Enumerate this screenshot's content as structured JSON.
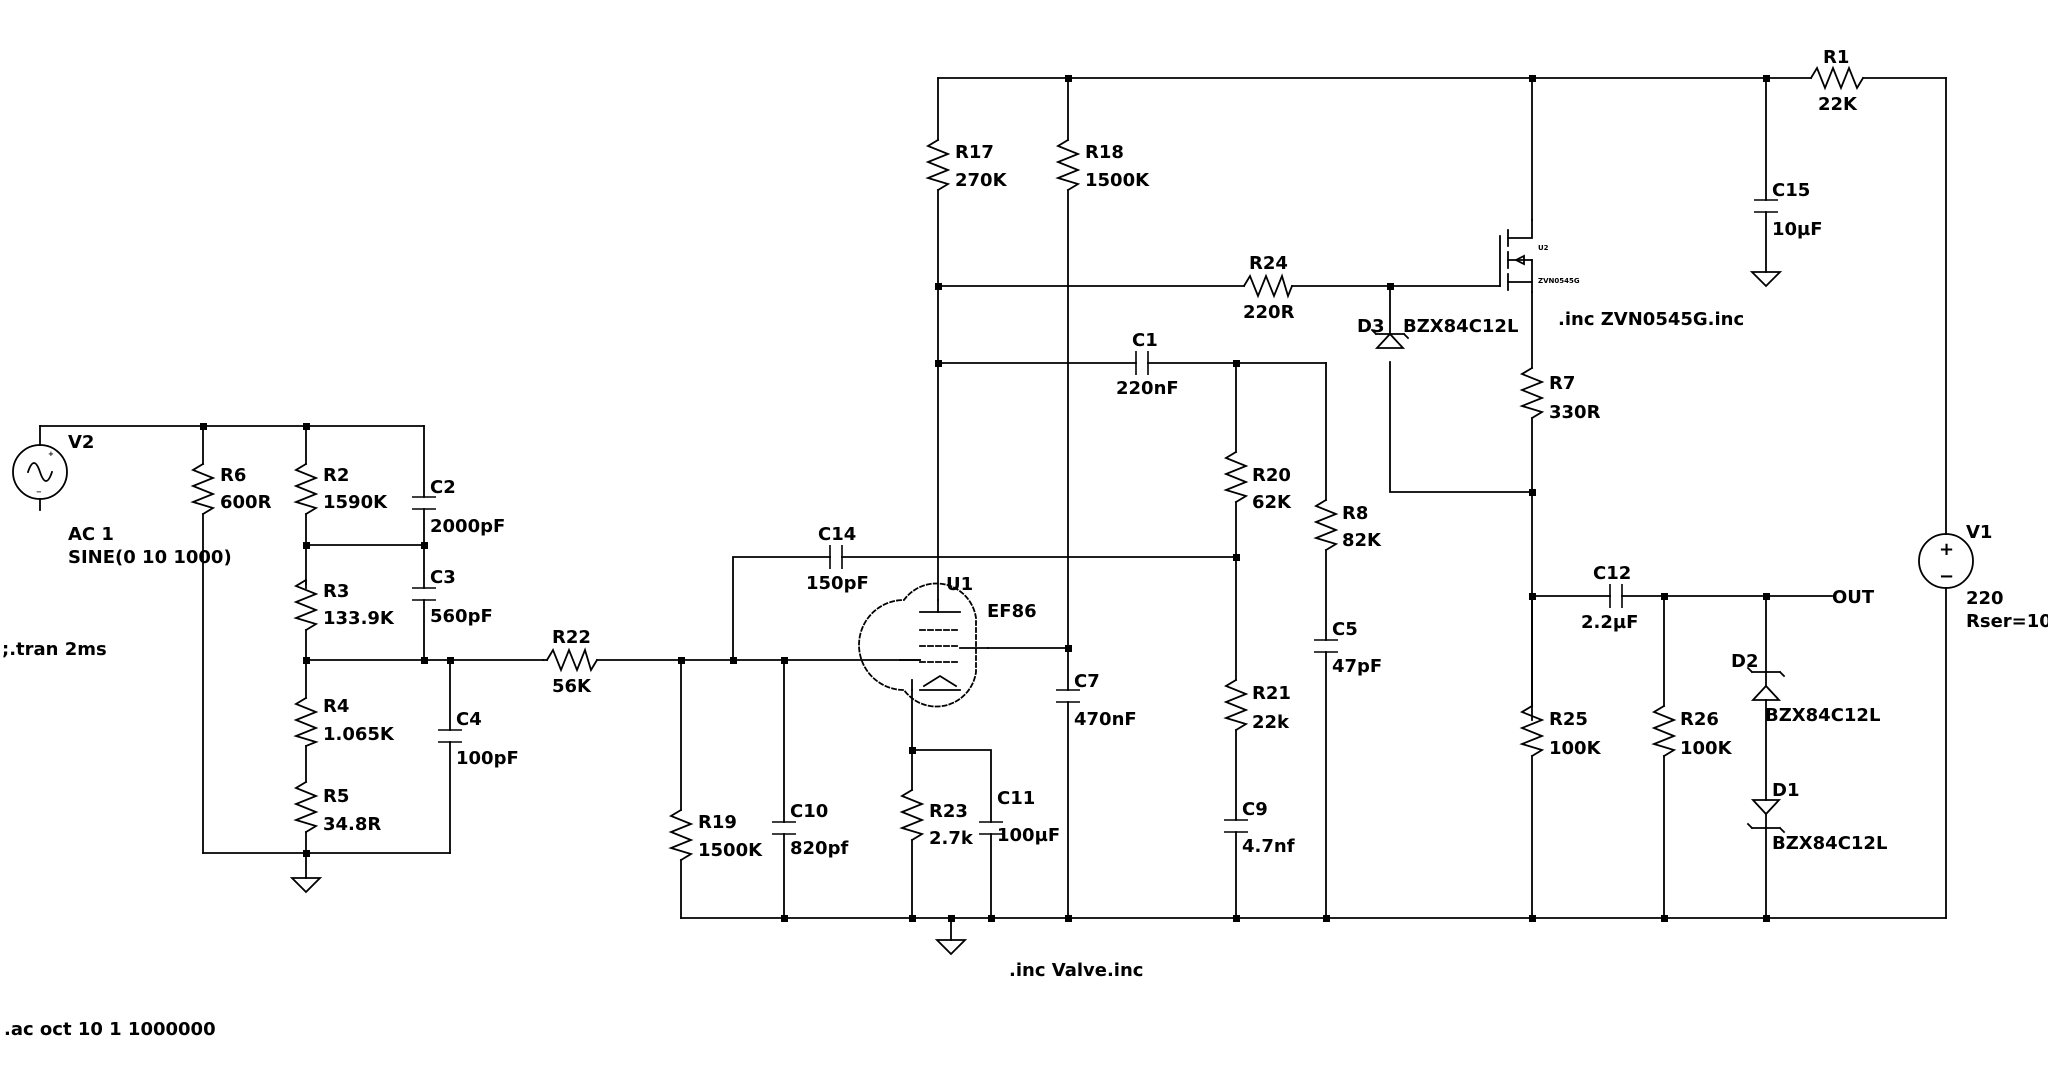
{
  "components": {
    "v2": {
      "name": "V2",
      "l1": "AC 1",
      "l2": "SINE(0 10 1000)"
    },
    "v1": {
      "name": "V1",
      "l1": "220",
      "l2": "Rser=10",
      "plus": "+",
      "minus": "−"
    },
    "r1": {
      "name": "R1",
      "value": "22K"
    },
    "r2": {
      "name": "R2",
      "value": "1590K"
    },
    "r3": {
      "name": "R3",
      "value": "133.9K"
    },
    "r4": {
      "name": "R4",
      "value": "1.065K"
    },
    "r5": {
      "name": "R5",
      "value": "34.8R"
    },
    "r6": {
      "name": "R6",
      "value": "600R"
    },
    "r7": {
      "name": "R7",
      "value": "330R"
    },
    "r8": {
      "name": "R8",
      "value": "82K"
    },
    "r17": {
      "name": "R17",
      "value": "270K"
    },
    "r18": {
      "name": "R18",
      "value": "1500K"
    },
    "r19": {
      "name": "R19",
      "value": "1500K"
    },
    "r20": {
      "name": "R20",
      "value": "62K"
    },
    "r21": {
      "name": "R21",
      "value": "22k"
    },
    "r22": {
      "name": "R22",
      "value": "56K"
    },
    "r23": {
      "name": "R23",
      "value": "2.7k"
    },
    "r24": {
      "name": "R24",
      "value": "220R"
    },
    "r25": {
      "name": "R25",
      "value": "100K"
    },
    "r26": {
      "name": "R26",
      "value": "100K"
    },
    "c1": {
      "name": "C1",
      "value": "220nF"
    },
    "c2": {
      "name": "C2",
      "value": "2000pF"
    },
    "c3": {
      "name": "C3",
      "value": "560pF"
    },
    "c4": {
      "name": "C4",
      "value": "100pF"
    },
    "c5": {
      "name": "C5",
      "value": "47pF"
    },
    "c7": {
      "name": "C7",
      "value": "470nF"
    },
    "c9": {
      "name": "C9",
      "value": "4.7nf"
    },
    "c10": {
      "name": "C10",
      "value": "820pf"
    },
    "c11": {
      "name": "C11",
      "value": "100µF"
    },
    "c12": {
      "name": "C12",
      "value": "2.2µF"
    },
    "c14": {
      "name": "C14",
      "value": "150pF"
    },
    "c15": {
      "name": "C15",
      "value": "10µF"
    },
    "d1": {
      "name": "D1",
      "value": "BZX84C12L"
    },
    "d2": {
      "name": "D2",
      "value": "BZX84C12L"
    },
    "d3": {
      "name": "D3",
      "value": "BZX84C12L"
    },
    "u1": {
      "name": "U1",
      "value": "EF86"
    },
    "u2": {
      "name": "U2",
      "value": "ZVN0545G"
    }
  },
  "labels": {
    "out": "OUT"
  },
  "directives": {
    "tran": ";.tran 2ms",
    "ac": ".ac oct 10 1 1000000",
    "inc_valve": ".inc Valve.inc",
    "inc_mosfet": ".inc ZVN0545G.inc"
  }
}
